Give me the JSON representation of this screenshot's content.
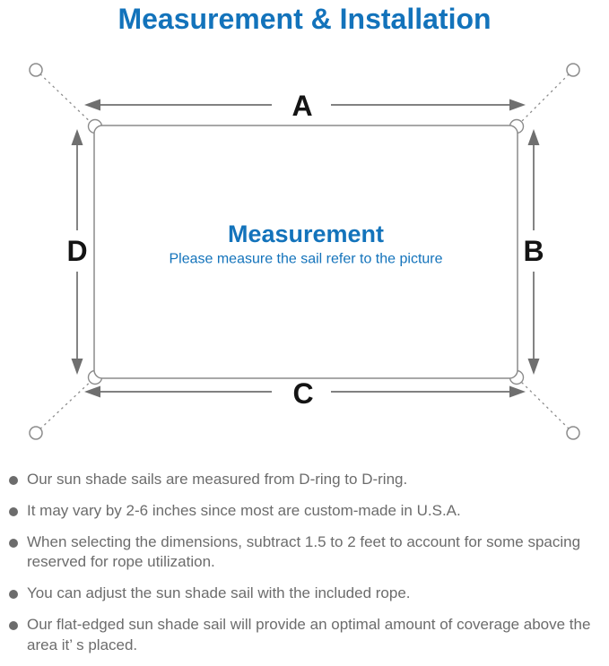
{
  "title": "Measurement & Installation",
  "colors": {
    "accent_blue": "#1373BB",
    "text_gray": "#6C6C6C",
    "line_gray": "#8C8C8C",
    "arrow_gray": "#6F6F6F",
    "label_black": "#141414",
    "background": "#FFFFFF"
  },
  "diagram": {
    "labels": {
      "top": "A",
      "right": "B",
      "bottom": "C",
      "left": "D"
    },
    "center_title": "Measurement",
    "center_subtitle": "Please measure the sail refer to the picture"
  },
  "bullets": [
    "Our sun shade sails are measured from D-ring to D-ring.",
    "It may vary by 2-6 inches since most are custom-made in U.S.A.",
    "When selecting the dimensions, subtract 1.5 to 2 feet to account for some spacing reserved for rope utilization.",
    "You can adjust the sun shade sail with the included rope.",
    "Our flat-edged sun shade sail will provide an optimal amount of coverage above the area it’ s placed."
  ]
}
